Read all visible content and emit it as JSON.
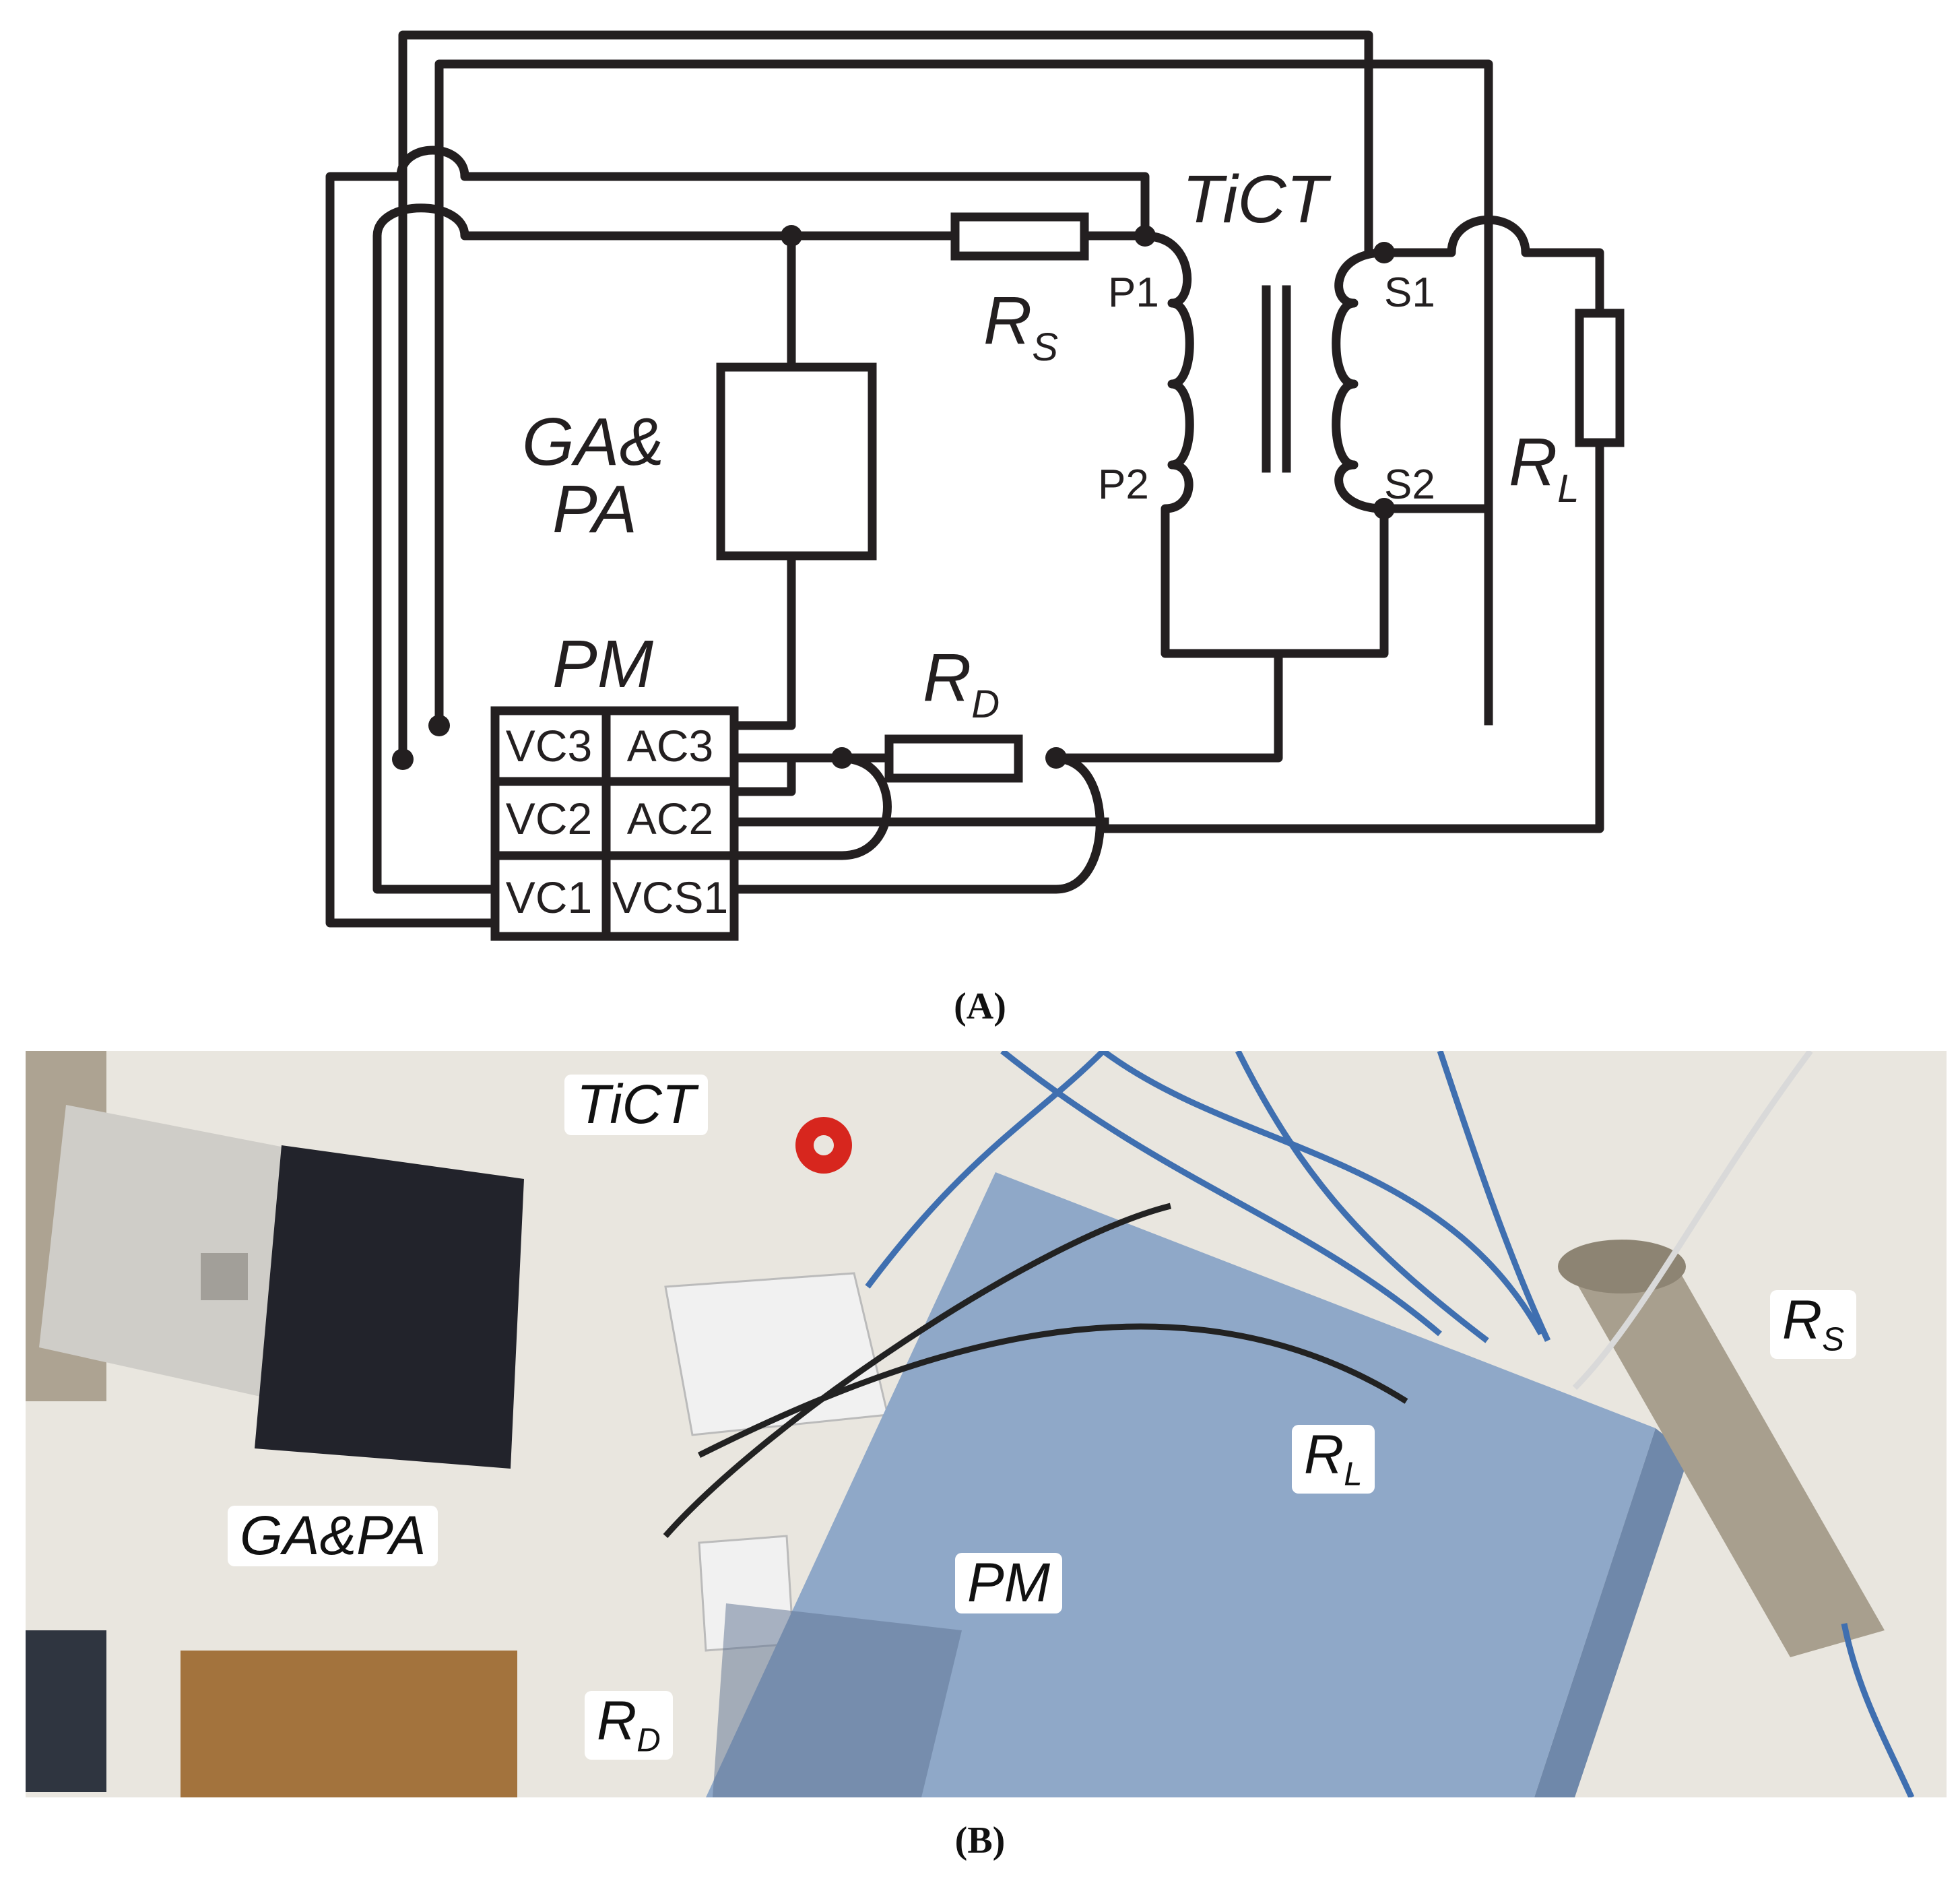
{
  "panel_a": {
    "caption": "(A)",
    "labels": {
      "tict": "TiCT",
      "gapa_line1": "GA&",
      "gapa_line2": "PA",
      "pm": "PM",
      "rs_main": "R",
      "rs_sub": "S",
      "rl_main": "R",
      "rl_sub": "L",
      "rd_main": "R",
      "rd_sub": "D"
    },
    "terminals": {
      "p1": "P1",
      "p2": "P2",
      "s1": "S1",
      "s2": "S2"
    },
    "pm_channels": {
      "vc3": "VC3",
      "ac3": "AC3",
      "vc2": "VC2",
      "ac2": "AC2",
      "vc1": "VC1",
      "vcs1": "VCS1"
    }
  },
  "panel_b": {
    "caption": "(B)",
    "labels": {
      "tict": "TiCT",
      "gapa": "GA&PA",
      "pm": "PM",
      "rd_main": "R",
      "rd_sub": "D",
      "rl_main": "R",
      "rl_sub": "L",
      "rs_main": "R",
      "rs_sub": "S"
    },
    "colors": {
      "table": "#e9e6df",
      "pm_case": "#8fa8c8",
      "cable_blue": "#3f6fb0",
      "tict_core": "#d7261e",
      "generator": "#cfcdc8",
      "amplifier": "#22232b",
      "shunt_body": "#a89f8e"
    }
  }
}
